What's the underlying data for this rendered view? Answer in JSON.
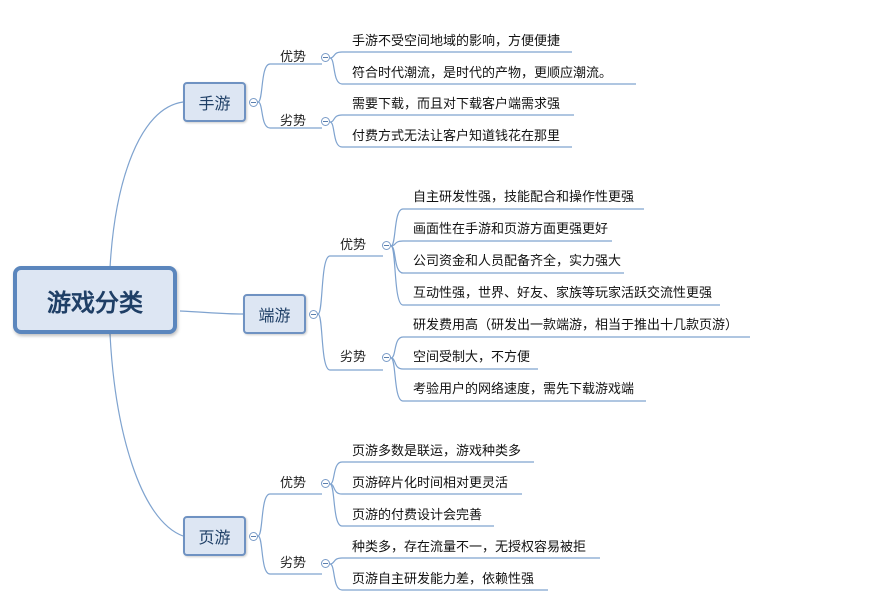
{
  "root": {
    "label": "游戏分类"
  },
  "branches": [
    {
      "label": "手游",
      "groups": [
        {
          "label": "优势",
          "items": [
            "手游不受空间地域的影响，方便便捷",
            "符合时代潮流，是时代的产物，更顺应潮流。"
          ]
        },
        {
          "label": "劣势",
          "items": [
            "需要下载，而且对下载客户端需求强",
            "付费方式无法让客户知道钱花在那里"
          ]
        }
      ]
    },
    {
      "label": "端游",
      "groups": [
        {
          "label": "优势",
          "items": [
            "自主研发性强，技能配合和操作性更强",
            "画面性在手游和页游方面更强更好",
            "公司资金和人员配备齐全，实力强大",
            "互动性强，世界、好友、家族等玩家活跃交流性更强"
          ]
        },
        {
          "label": "劣势",
          "items": [
            "研发费用高（研发出一款端游，相当于推出十几款页游）",
            "空间受制大，不方便",
            "考验用户的网络速度，需先下载游戏端"
          ]
        }
      ]
    },
    {
      "label": "页游",
      "groups": [
        {
          "label": "优势",
          "items": [
            "页游多数是联运，游戏种类多",
            "页游碎片化时间相对更灵活",
            "页游的付费设计会完善"
          ]
        },
        {
          "label": "劣势",
          "items": [
            "种类多，存在流量不一，无授权容易被拒",
            "页游自主研发能力差，依赖性强"
          ]
        }
      ]
    }
  ]
}
